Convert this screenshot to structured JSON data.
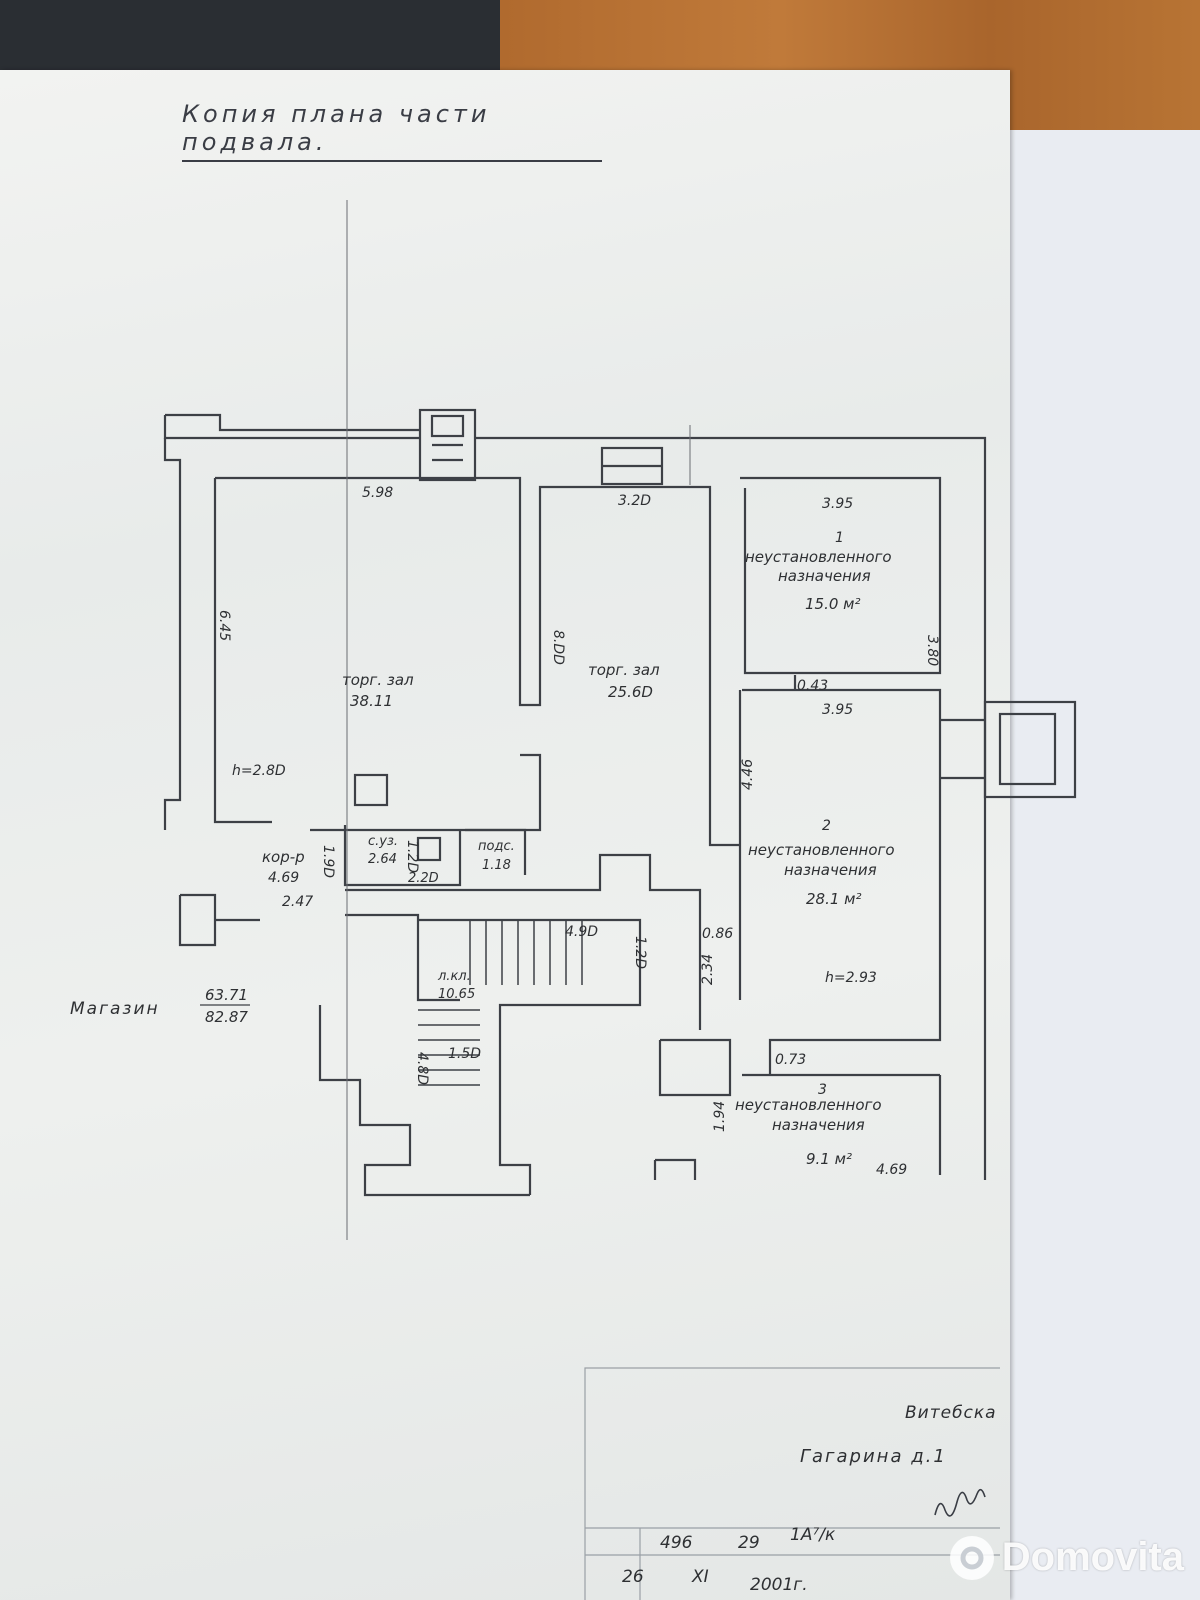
{
  "title": "Копия плана части подвала.",
  "rooms": [
    {
      "name": "торг. зал",
      "area": "38.11"
    },
    {
      "name": "торг. зал",
      "area": "25.6D"
    },
    {
      "number": "1",
      "name_line1": "неустановленного",
      "name_line2": "назначения",
      "area": "15.0 м²"
    },
    {
      "number": "2",
      "name_line1": "неустановленного",
      "name_line2": "назначения",
      "area": "28.1 м²"
    },
    {
      "number": "3",
      "name_line1": "неустановленного",
      "name_line2": "назначения",
      "area": "9.1 м²"
    },
    {
      "name": "с.уз.",
      "area": "2.64"
    },
    {
      "name": "подс.",
      "area": "1.18"
    },
    {
      "name": "кор-р",
      "area": "4.69"
    },
    {
      "name": "л.кл.",
      "area": "10.65"
    }
  ],
  "dimensions": {
    "d1": "5.98",
    "d2": "3.2D",
    "d3": "3.95",
    "d4": "3.80",
    "d5": "6.45",
    "d6": "8.DD",
    "d7": "0.43",
    "d8": "3.95",
    "d9": "h=2.8D",
    "d10": "4.46",
    "d11": "1.9D",
    "d12": "1.2D",
    "d13": "2.2D",
    "d14": "2.47",
    "d15": "4.9D",
    "d16": "1.2D",
    "d17": "0.86",
    "d18": "2.34",
    "d19": "h=2.93",
    "d20": "0.73",
    "d21": "4.8D",
    "d22": "1.5D",
    "d23": "1.94",
    "d24": "4.69"
  },
  "shop": {
    "label": "Магазин",
    "area_top": "63.71",
    "area_bottom": "82.87"
  },
  "stamp": {
    "city": "Витебска",
    "address": "Гагарина  д.1",
    "code": "1А⁷/к",
    "num1": "496",
    "num2": "29",
    "day": "26",
    "month": "XI",
    "year": "2001г."
  },
  "watermark": {
    "brand": "Domovita"
  },
  "colors": {
    "ink": "#2e3033",
    "paper": "#eef0ee"
  }
}
